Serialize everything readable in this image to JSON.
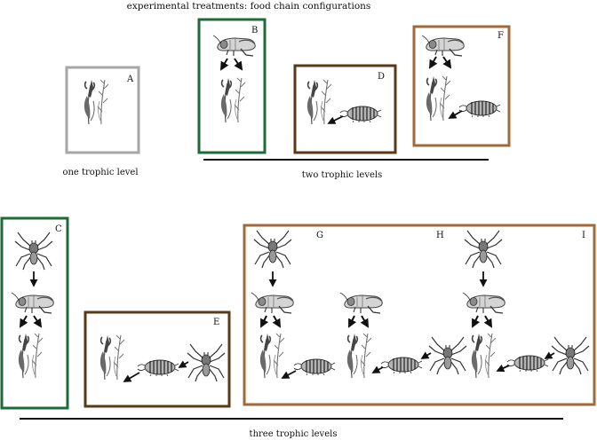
{
  "title": "experimental treatments: food chain configurations",
  "group_labels": {
    "one": "one trophic level",
    "two": "two trophic levels",
    "three": "three trophic levels"
  },
  "panel_letters": [
    "A",
    "B",
    "C",
    "D",
    "E",
    "F",
    "G",
    "H",
    "I"
  ],
  "colors": {
    "gray": "#a6a6a6",
    "green": "#1e6b3a",
    "dark_brown": "#5a3915",
    "light_brown": "#a0693a",
    "line": "#111111",
    "plant": "#5a5a5a",
    "animal": "#6b6b6b"
  },
  "organisms": {
    "plants": "plants-icon",
    "grasshopper": "grasshopper-icon",
    "isopod": "isopod-icon",
    "spider": "spider-icon"
  }
}
